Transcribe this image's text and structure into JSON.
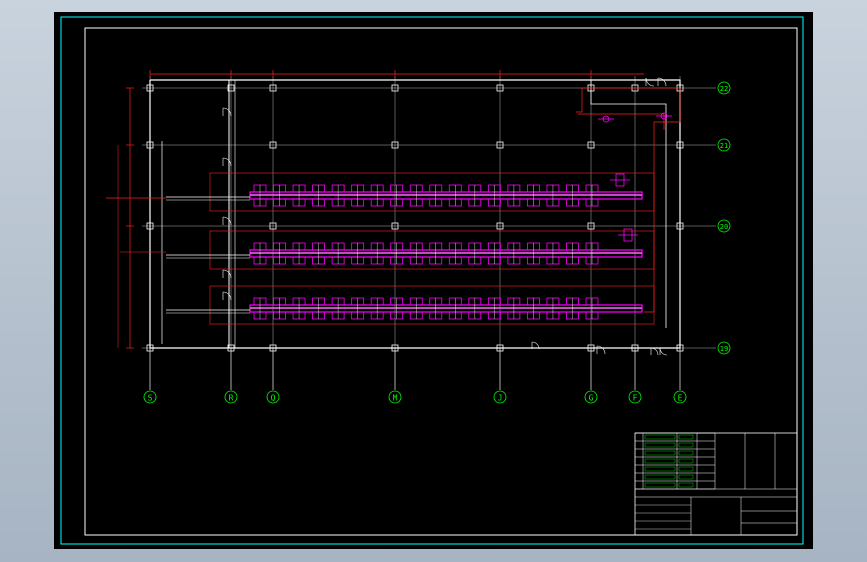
{
  "axes": {
    "columns": [
      "S",
      "R",
      "Q",
      "M",
      "J",
      "G",
      "F",
      "E"
    ],
    "rows": [
      "22",
      "21",
      "20",
      "19"
    ]
  },
  "colors": {
    "background": "#000000",
    "frame": "#ffffff",
    "outer_frame": "#00ffff",
    "wall": "#ffffff",
    "grid": "#ffffff",
    "dimension": "#ff2020",
    "equipment": "#ff00ff",
    "equipment_pipe": "#ff66ff",
    "axis_label": "#00ff00",
    "title_block": "#ffffff"
  },
  "equipment": {
    "rows": 3,
    "units_per_row": 18
  },
  "title_block": {
    "item_rows": 7
  },
  "icons": [
    "door-swing-icon",
    "axis-bubble-icon"
  ]
}
